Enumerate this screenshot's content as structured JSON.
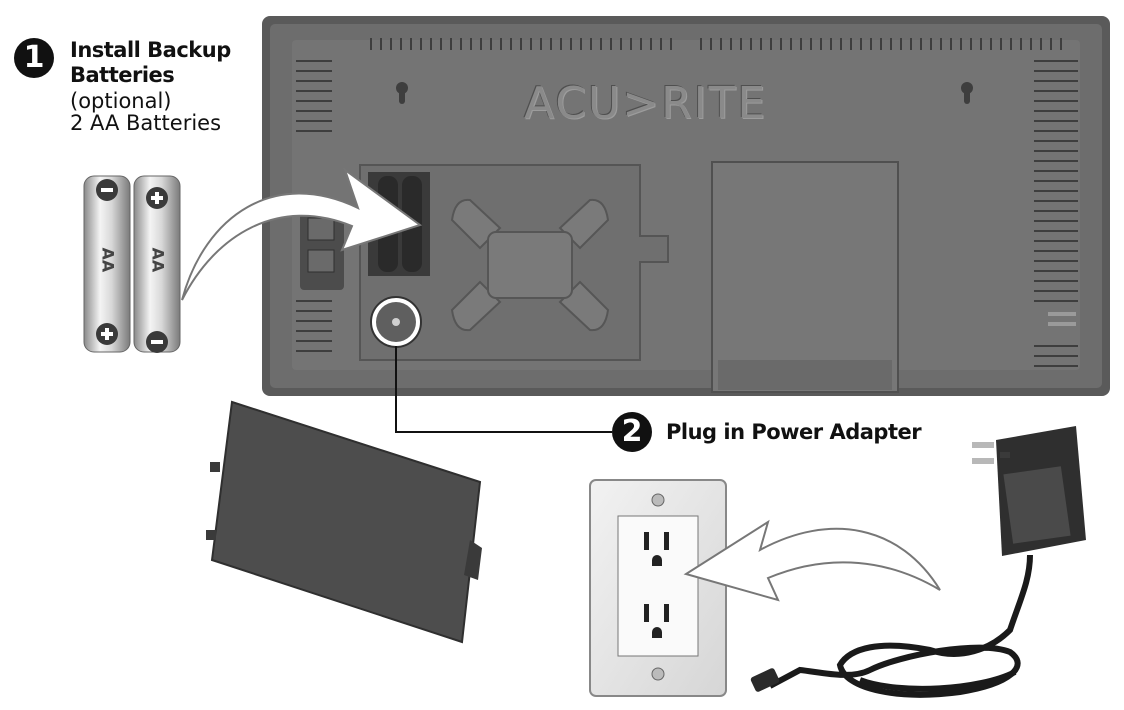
{
  "step1": {
    "number": "1",
    "title_line1": "Install Backup",
    "title_line2": "Batteries",
    "note": "(optional)",
    "detail": "2 AA Batteries"
  },
  "step2": {
    "number": "2",
    "title": "Plug in Power Adapter"
  },
  "device": {
    "brand": "ACU>RITE"
  },
  "batteries": [
    {
      "label": "AA",
      "top_terminal": "−",
      "bottom_terminal": "+"
    },
    {
      "label": "AA",
      "top_terminal": "+",
      "bottom_terminal": "−"
    }
  ],
  "colors": {
    "device_body": "#6b6b6b",
    "device_dark": "#3d3d3d",
    "cover": "#4a4a4a",
    "ink": "#111111"
  }
}
